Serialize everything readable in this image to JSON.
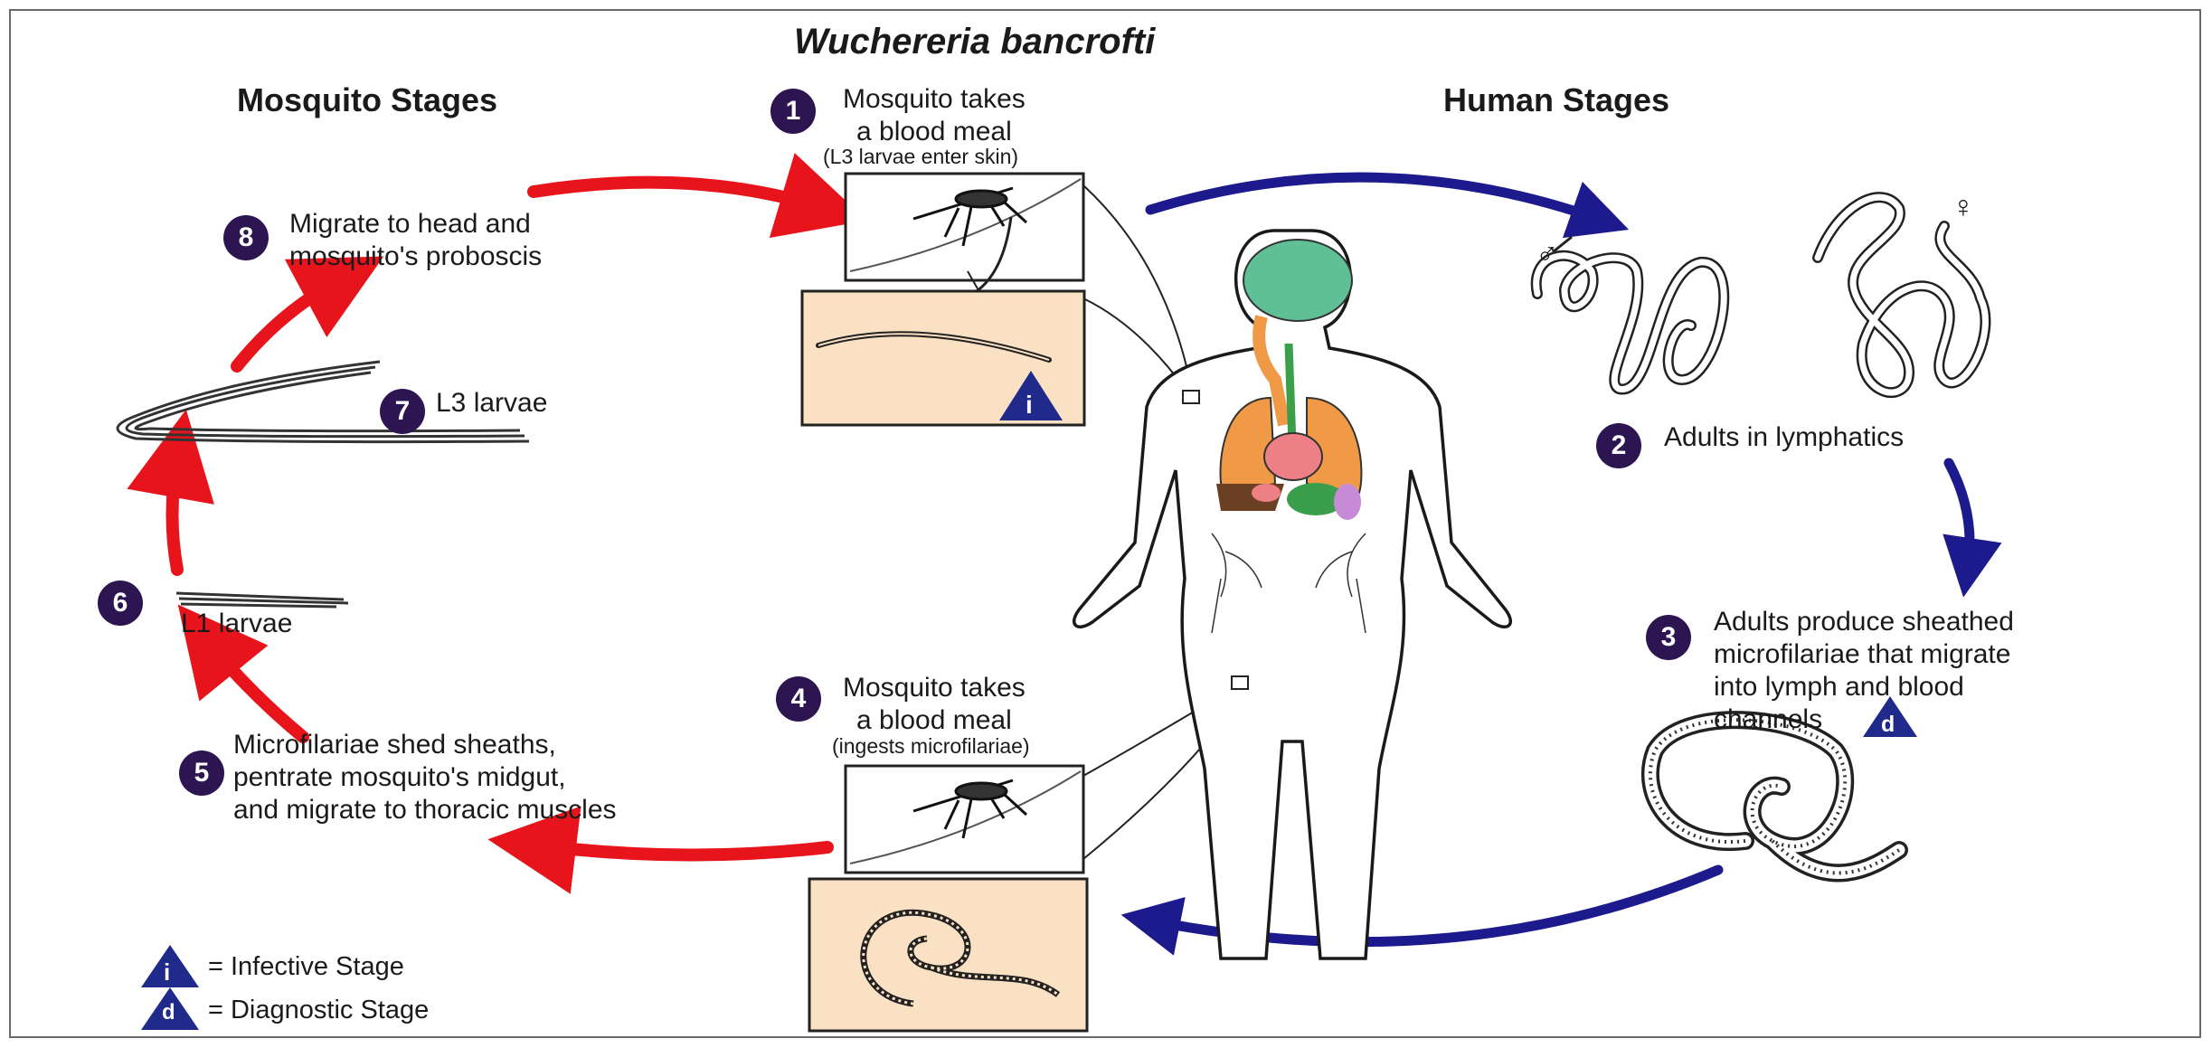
{
  "title": "Wuchereria bancrofti",
  "sections": {
    "mosquito": "Mosquito Stages",
    "human": "Human Stages"
  },
  "steps": [
    {
      "num": "1",
      "text": "Mosquito takes\na blood meal",
      "sub": "(L3 larvae enter skin)"
    },
    {
      "num": "2",
      "text": "Adults in lymphatics"
    },
    {
      "num": "3",
      "text": "Adults produce sheathed\nmicrofilariae that migrate\ninto lymph and blood\nchannels"
    },
    {
      "num": "4",
      "text": "Mosquito takes\na blood meal",
      "sub": "(ingests microfilariae)"
    },
    {
      "num": "5",
      "text": "Microfilariae shed sheaths,\npentrate mosquito's midgut,\nand migrate to thoracic muscles"
    },
    {
      "num": "6",
      "text": "L1 larvae"
    },
    {
      "num": "7",
      "text": "L3 larvae"
    },
    {
      "num": "8",
      "text": "Migrate to head and\nmosquito's proboscis"
    }
  ],
  "stage_badges": {
    "infective": "i",
    "diagnostic": "d"
  },
  "sex_symbols": {
    "male": "♂",
    "female": "♀"
  },
  "legend": [
    {
      "badge": "i",
      "label": "= Infective Stage"
    },
    {
      "badge": "d",
      "label": "= Diagnostic Stage"
    }
  ],
  "colors": {
    "badge_fill": "#2d1551",
    "mosquito_arrow": "#e8141c",
    "human_arrow": "#1c1a8c",
    "stage_triangle": "#1f2a8a",
    "inset_panel": "#fbe1c4",
    "organ_brain": "#5fbf95",
    "organ_lungs": "#f09a47",
    "organ_heart": "#ee7f86",
    "organ_liver": "#6b3f24",
    "organ_stomach": "#3a9e4a",
    "organ_intestine": "#c68ad6"
  }
}
